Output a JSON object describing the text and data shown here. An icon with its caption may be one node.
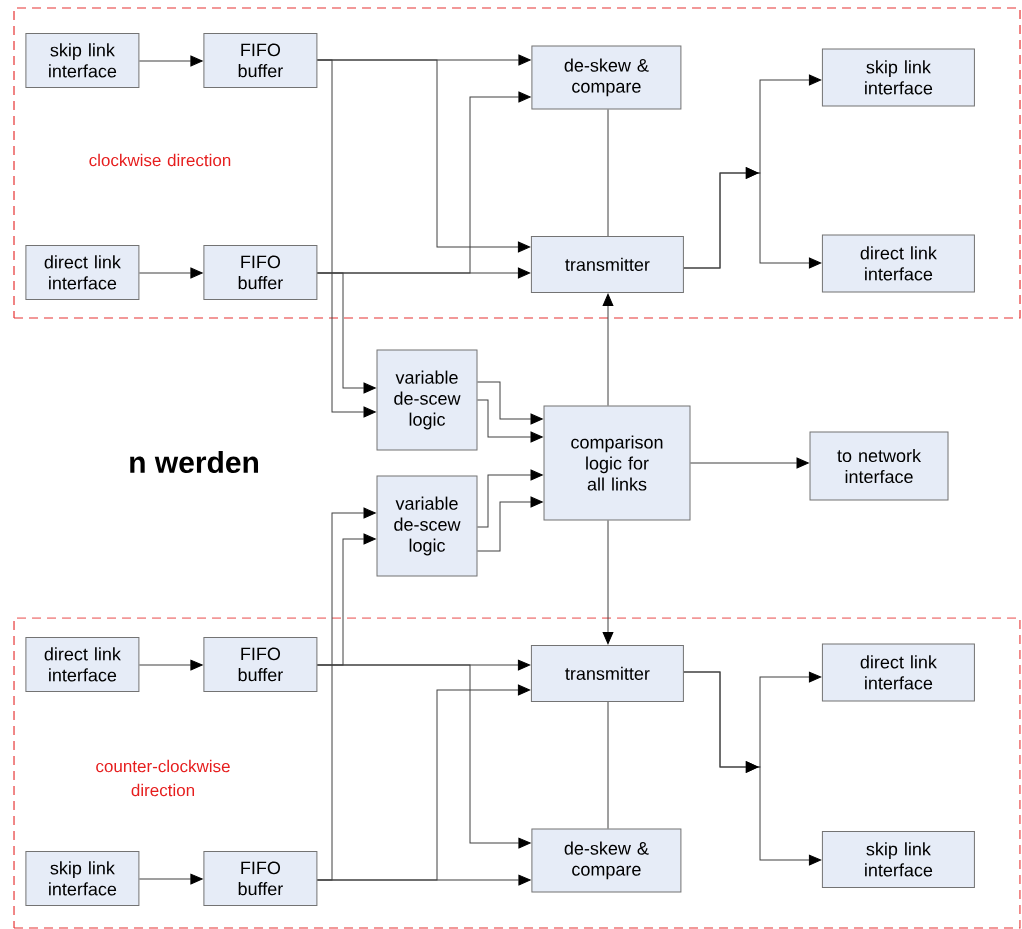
{
  "diagram": {
    "nodes": [
      {
        "text": [
          "clockwise direction"
        ]
      },
      {
        "text": [
          "skip link interface"
        ],
        "in": 0
      },
      {
        "text": [
          "FIFO buffer"
        ],
        "in": 0
      },
      {
        "text": [
          "de-skew & compare"
        ],
        "in": 0
      },
      {
        "text": [
          "skip link interface"
        ],
        "in": 0
      },
      {
        "text": [
          "direct link interface"
        ],
        "in": 0
      },
      {
        "text": [
          "FIFO buffer"
        ],
        "in": 0
      },
      {
        "text": [
          "transmitter"
        ],
        "in": 0
      },
      {
        "text": [
          "direct link interface"
        ],
        "in": 0
      },
      {
        "text": [
          "variable de-scew logic"
        ]
      },
      {
        "text": [
          "comparison logic for all links"
        ]
      },
      {
        "text": [
          "to network interface"
        ]
      },
      {
        "text": [
          "variable de-scew logic"
        ]
      },
      {
        "text": [
          "counter-clockwise direction"
        ]
      },
      {
        "text": [
          "direct link interface"
        ],
        "in": 13
      },
      {
        "text": [
          "FIFO buffer"
        ],
        "in": 13
      },
      {
        "text": [
          "transmitter"
        ],
        "in": 13
      },
      {
        "text": [
          "direct link interface"
        ],
        "in": 13
      },
      {
        "text": [
          "skip link interface"
        ],
        "in": 13
      },
      {
        "text": [
          "FIFO buffer"
        ],
        "in": 13
      },
      {
        "text": [
          "de-skew & compare"
        ],
        "in": 13
      },
      {
        "text": [
          "skip link interface"
        ],
        "in": 13
      }
    ],
    "edges": [
      {
        "from": 1,
        "to": 2,
        "arrow": "to"
      },
      {
        "from": 2,
        "to": 3,
        "arrow": "to"
      },
      {
        "from": 2,
        "to": 7,
        "arrow": "to"
      },
      {
        "from": 2,
        "to": 9,
        "arrow": "to"
      },
      {
        "from": 5,
        "to": 6,
        "arrow": "to"
      },
      {
        "from": 6,
        "to": 7,
        "arrow": "to"
      },
      {
        "from": 6,
        "to": 3,
        "arrow": "to"
      },
      {
        "from": 6,
        "to": 9,
        "arrow": "to"
      },
      {
        "from": 3,
        "to": 7,
        "arrow": "none"
      },
      {
        "from": 7,
        "to": 4,
        "arrow": "to"
      },
      {
        "from": 7,
        "to": 8,
        "arrow": "to"
      },
      {
        "from": 10,
        "to": 7,
        "arrow": "to"
      },
      {
        "from": 9,
        "to": 10,
        "arrow": "to"
      },
      {
        "from": 9,
        "to": 10,
        "arrow": "to"
      },
      {
        "from": 12,
        "to": 10,
        "arrow": "to"
      },
      {
        "from": 12,
        "to": 10,
        "arrow": "to"
      },
      {
        "from": 10,
        "to": 11,
        "arrow": "to"
      },
      {
        "from": 10,
        "to": 16,
        "arrow": "to"
      },
      {
        "from": 14,
        "to": 15,
        "arrow": "to"
      },
      {
        "from": 15,
        "to": 16,
        "arrow": "to"
      },
      {
        "from": 15,
        "to": 20,
        "arrow": "to"
      },
      {
        "from": 15,
        "to": 12,
        "arrow": "to"
      },
      {
        "from": 18,
        "to": 19,
        "arrow": "to"
      },
      {
        "from": 19,
        "to": 20,
        "arrow": "to"
      },
      {
        "from": 19,
        "to": 16,
        "arrow": "to"
      },
      {
        "from": 19,
        "to": 12,
        "arrow": "to"
      },
      {
        "from": 16,
        "to": 20,
        "arrow": "none"
      },
      {
        "from": 16,
        "to": 17,
        "arrow": "to"
      },
      {
        "from": 16,
        "to": 21,
        "arrow": "to"
      }
    ],
    "labels": [
      "n werden"
    ]
  }
}
